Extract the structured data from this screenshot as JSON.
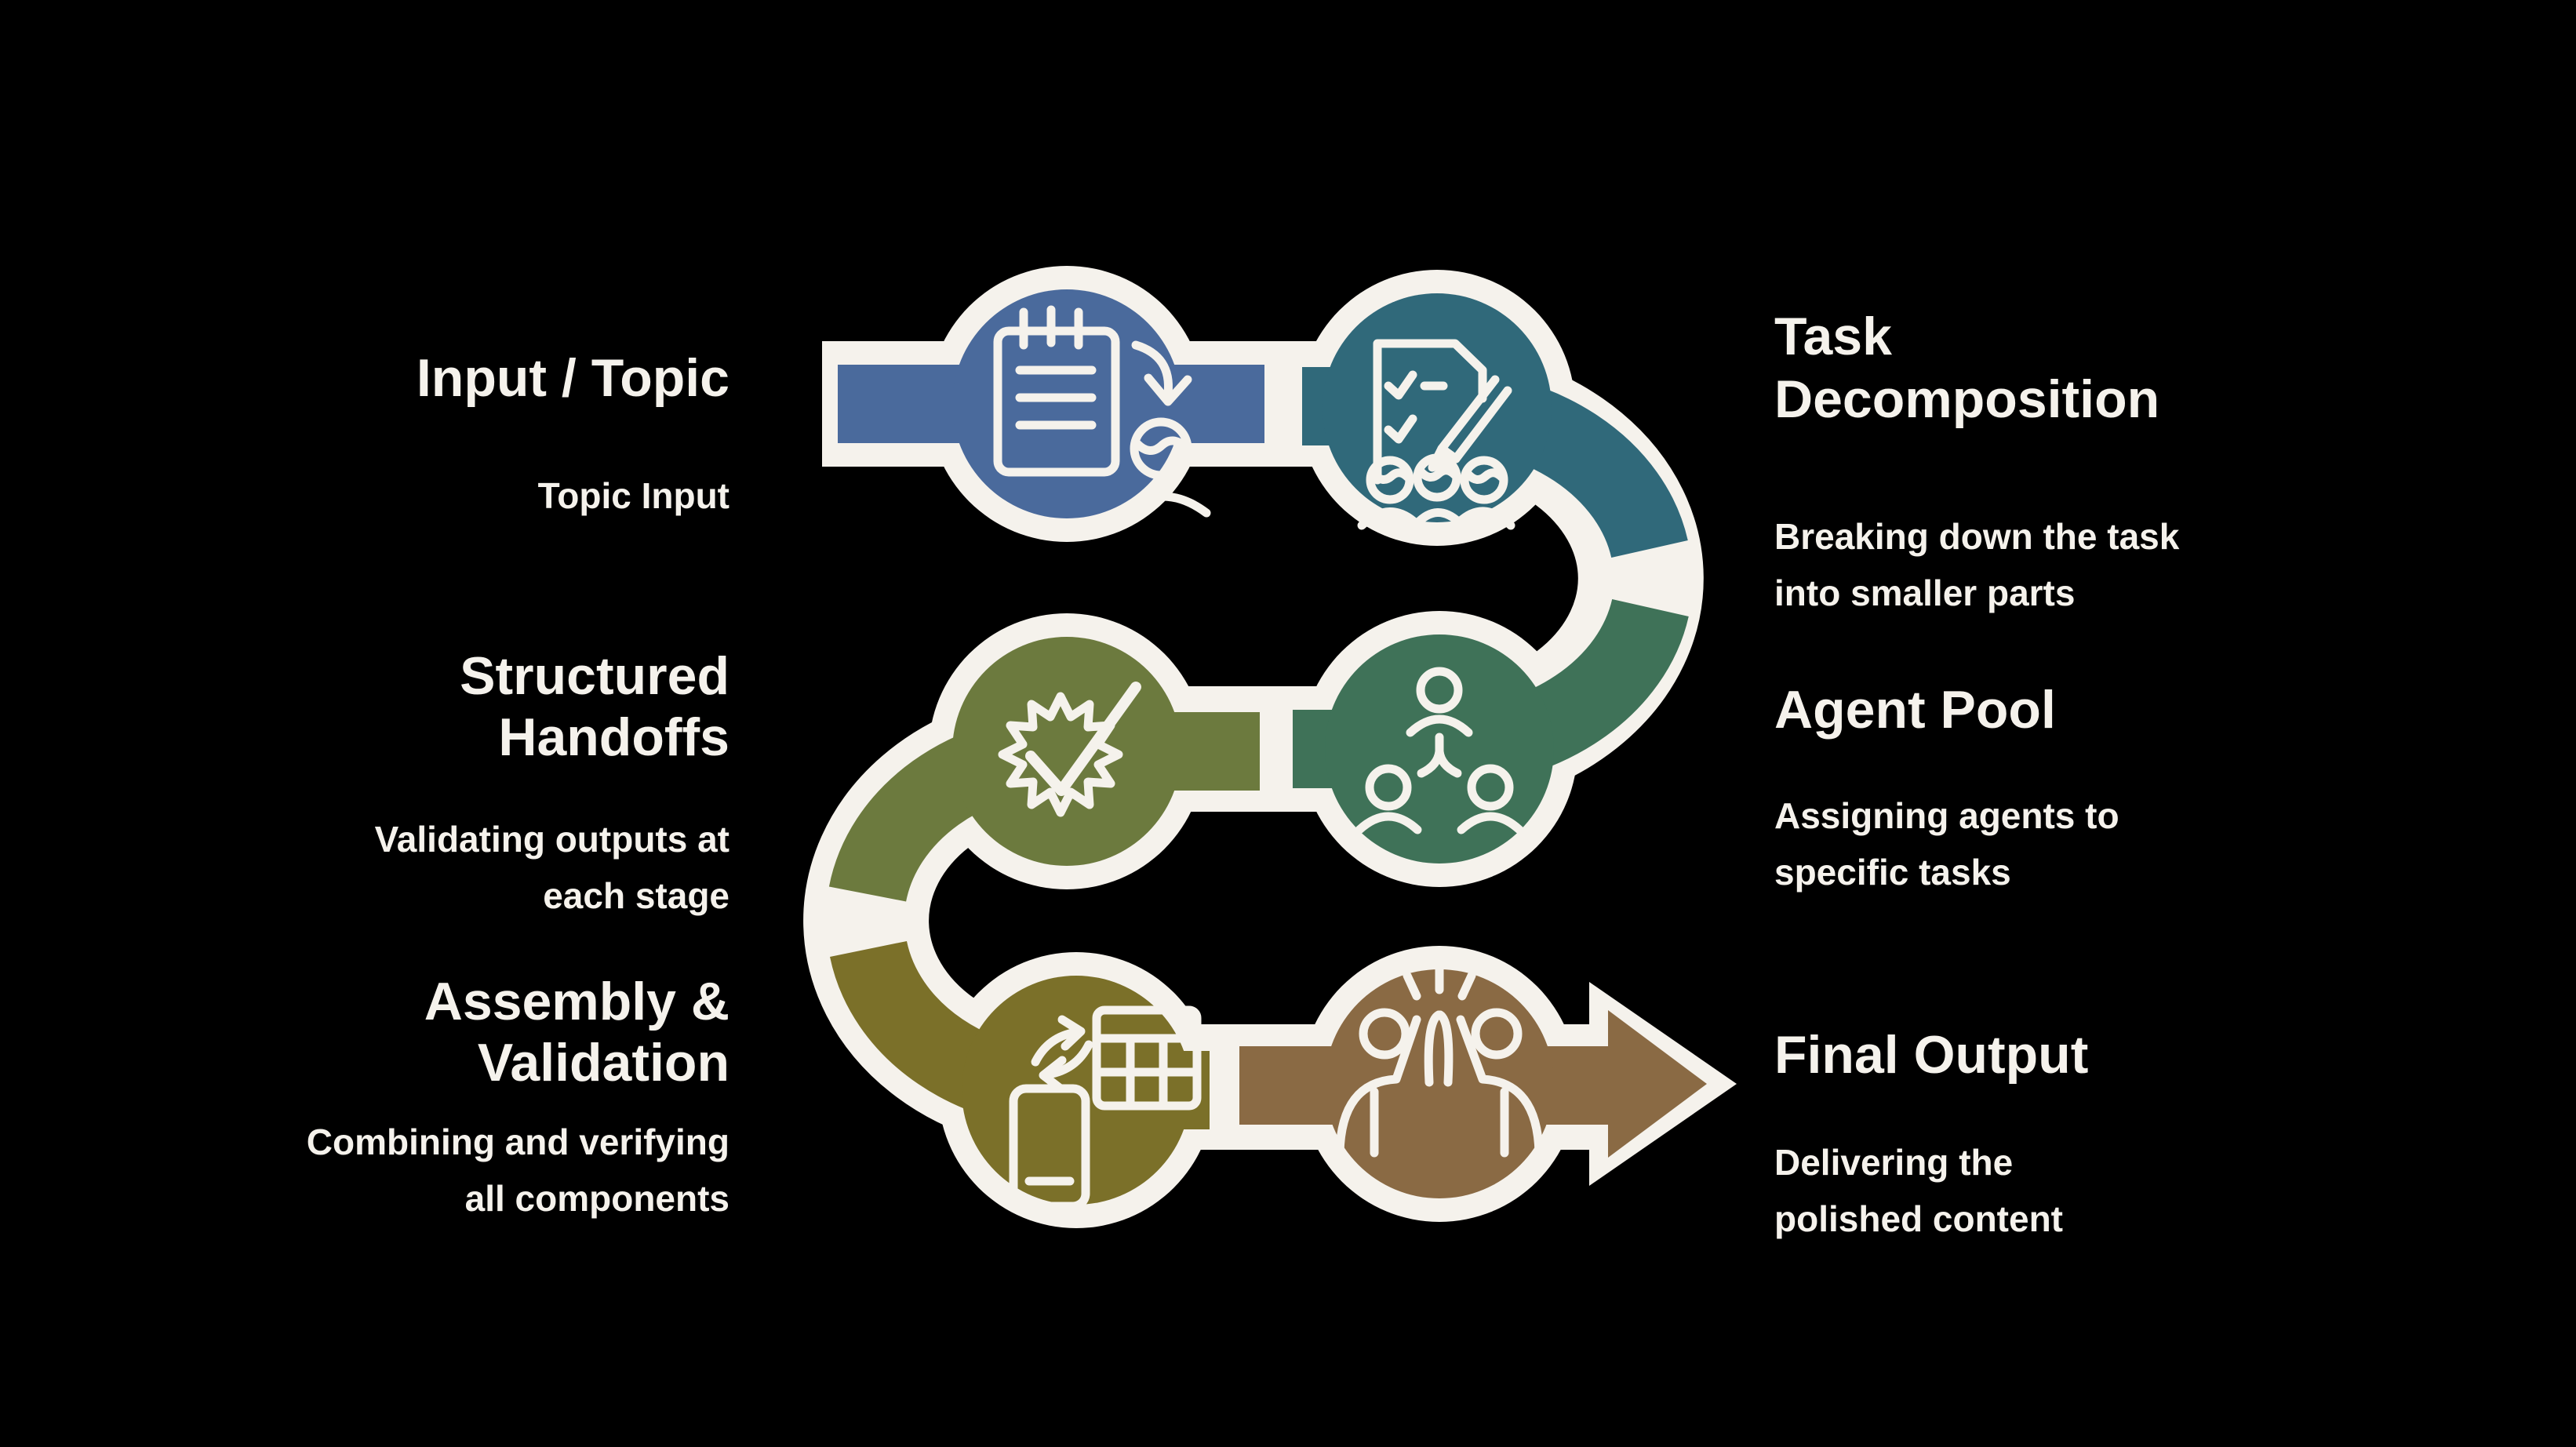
{
  "colors": {
    "background": "#000000",
    "outline": "#f5f2ec",
    "text": "#f5f2ec",
    "icon_line": "#f5f2ec"
  },
  "steps": [
    {
      "id": "input-topic",
      "title_lines": [
        "Input / Topic"
      ],
      "description_lines": [
        "Topic Input"
      ],
      "color": "#4a6a9c",
      "icon": "notepad-arrow-person-icon"
    },
    {
      "id": "task-decomposition",
      "title_lines": [
        "Task",
        "Decomposition"
      ],
      "description_lines": [
        "Breaking down the task",
        "into smaller parts"
      ],
      "color": "#30697a",
      "icon": "checklist-pencil-team-icon"
    },
    {
      "id": "agent-pool",
      "title_lines": [
        "Agent Pool"
      ],
      "description_lines": [
        "Assigning agents to",
        "specific tasks"
      ],
      "color": "#3f7258",
      "icon": "org-chart-people-icon"
    },
    {
      "id": "structured-handoffs",
      "title_lines": [
        "Structured",
        "Handoffs"
      ],
      "description_lines": [
        "Validating outputs at",
        "each stage"
      ],
      "color": "#6c7a3e",
      "icon": "gear-checkmark-icon"
    },
    {
      "id": "assembly-validation",
      "title_lines": [
        "Assembly &",
        "Validation"
      ],
      "description_lines": [
        "Combining and verifying",
        "all components"
      ],
      "color": "#7b7029",
      "icon": "phone-table-sync-icon"
    },
    {
      "id": "final-output",
      "title_lines": [
        "Final Output"
      ],
      "description_lines": [
        "Delivering the",
        "polished content"
      ],
      "color": "#8a6a44",
      "icon": "high-five-icon"
    }
  ]
}
